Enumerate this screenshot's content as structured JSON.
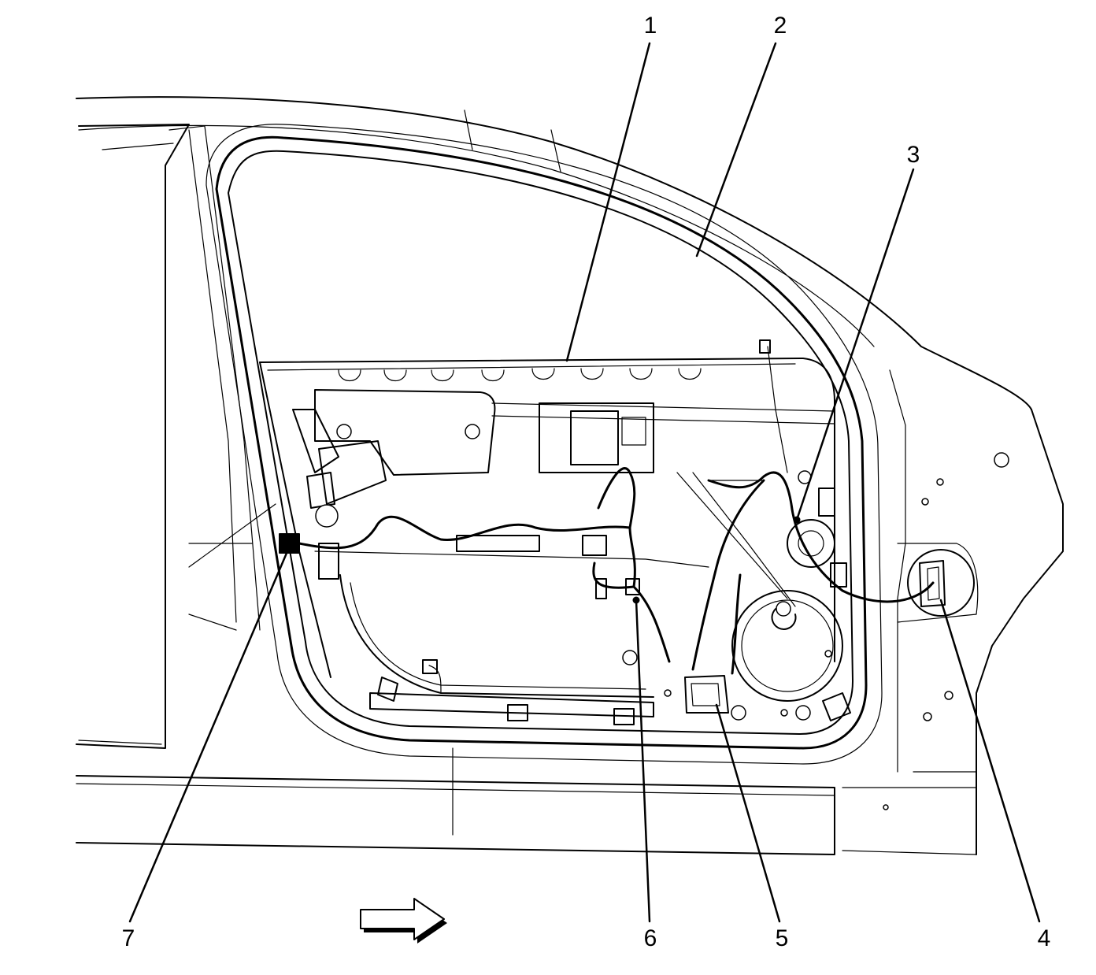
{
  "callouts": [
    {
      "id": 1,
      "label": "1"
    },
    {
      "id": 2,
      "label": "2"
    },
    {
      "id": 3,
      "label": "3"
    },
    {
      "id": 4,
      "label": "4"
    },
    {
      "id": 5,
      "label": "5"
    },
    {
      "id": 6,
      "label": "6"
    },
    {
      "id": 7,
      "label": "7"
    }
  ],
  "direction_arrow": {
    "icon": "right-arrow-icon"
  }
}
